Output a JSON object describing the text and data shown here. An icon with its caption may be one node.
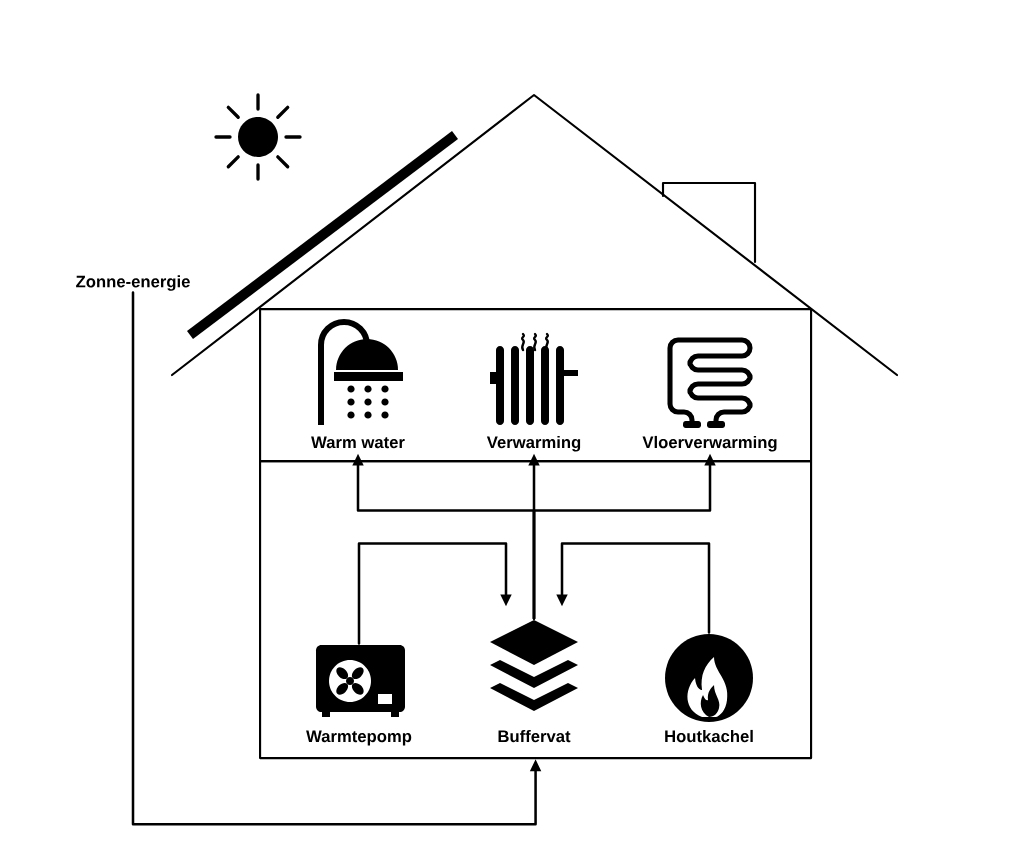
{
  "diagram": {
    "nodes": [
      {
        "text": [
          "Zonne-energie"
        ]
      },
      {
        "text": [],
        "shape": "box"
      },
      {
        "text": [
          "Warm water"
        ],
        "in": 1
      },
      {
        "text": [
          "Verwarming"
        ],
        "in": 1
      },
      {
        "text": [
          "Vloerverwarming"
        ],
        "in": 1
      },
      {
        "text": [],
        "shape": "box"
      },
      {
        "text": [
          "Warmtepomp"
        ],
        "in": 5
      },
      {
        "text": [
          "Buffervat"
        ],
        "in": 5
      },
      {
        "text": [
          "Houtkachel"
        ],
        "in": 5
      }
    ],
    "edges": [
      {
        "from": 0,
        "to": 5,
        "arrow": "to"
      },
      {
        "from": 6,
        "to": 7,
        "arrow": "to"
      },
      {
        "from": 8,
        "to": 7,
        "arrow": "to"
      },
      {
        "from": 7,
        "to": 2,
        "arrow": "to"
      },
      {
        "from": 7,
        "to": 3,
        "arrow": "to"
      },
      {
        "from": 7,
        "to": 4,
        "arrow": "to"
      }
    ]
  }
}
